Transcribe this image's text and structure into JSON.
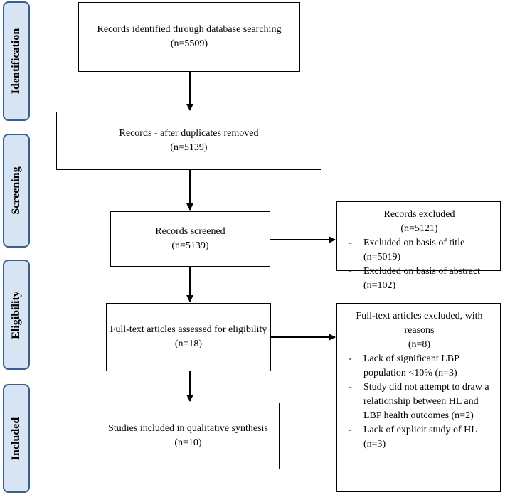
{
  "phases": {
    "identification": "Identification",
    "screening": "Screening",
    "eligibility": "Eligibility",
    "included": "Included"
  },
  "boxes": {
    "identified": {
      "line1": "Records identified through database searching",
      "line2": "(n=5509)"
    },
    "after_duplicates": {
      "line1": "Records - after duplicates removed",
      "line2": "(n=5139)"
    },
    "screened": {
      "line1": "Records screened",
      "line2": "(n=5139)"
    },
    "full_text": {
      "line1": "Full-text articles assessed for eligibility",
      "line2": "(n=18)"
    },
    "included": {
      "line1": "Studies included in qualitative synthesis",
      "line2": "(n=10)"
    }
  },
  "records_excluded": {
    "title": "Records excluded",
    "count": "(n=5121)",
    "items": [
      "Excluded on basis of title (n=5019)",
      "Excluded on basis of abstract (n=102)"
    ]
  },
  "fulltext_excluded": {
    "title": "Full-text articles excluded, with reasons",
    "count": "(n=8)",
    "items": [
      "Lack of significant LBP population <10% (n=3)",
      "Study did not attempt to draw a relationship between HL and LBP health outcomes (n=2)",
      "Lack of explicit study of HL  (n=3)"
    ]
  }
}
